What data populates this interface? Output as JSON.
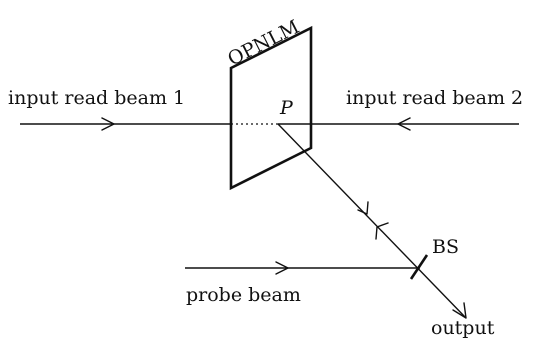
{
  "labels": {
    "opnlm": "OPNLM",
    "input_read_beam_1": "input read beam 1",
    "input_read_beam_2": "input read beam 2",
    "point_p": "P",
    "bs": "BS",
    "probe_beam": "probe beam",
    "output": "output"
  },
  "colors": {
    "line": "#111111",
    "background": "#ffffff"
  }
}
